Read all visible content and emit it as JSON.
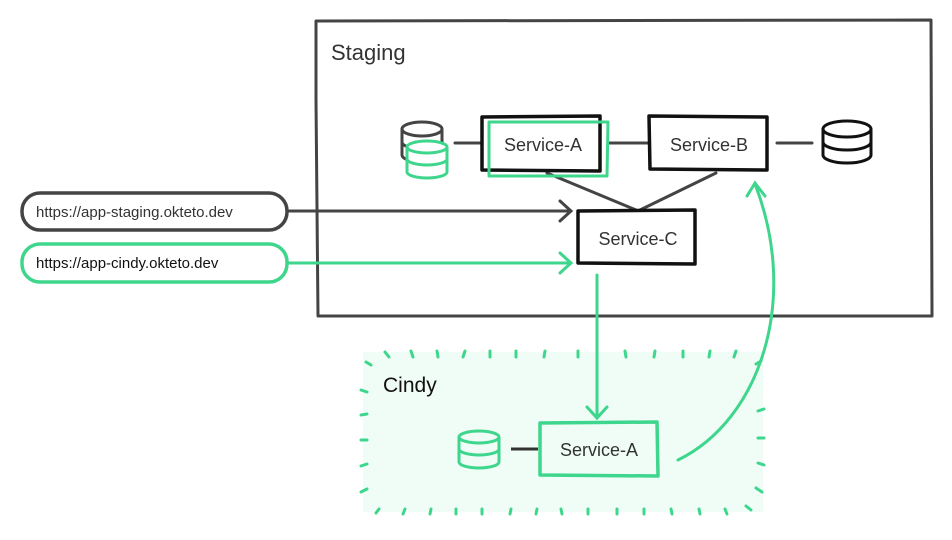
{
  "diagram": {
    "colors": {
      "dark": "#222222",
      "gray": "#444444",
      "green": "#3ed68c",
      "green_fill": "#effdf6"
    },
    "staging": {
      "title": "Staging",
      "services": {
        "a": "Service-A",
        "b": "Service-B",
        "c": "Service-C"
      }
    },
    "cindy": {
      "title": "Cindy",
      "service": "Service-A"
    },
    "urls": {
      "staging": "https://app-staging.okteto.dev",
      "cindy": "https://app-cindy.okteto.dev"
    },
    "icons": [
      "database-icon",
      "database-icon",
      "database-icon",
      "database-icon"
    ]
  }
}
